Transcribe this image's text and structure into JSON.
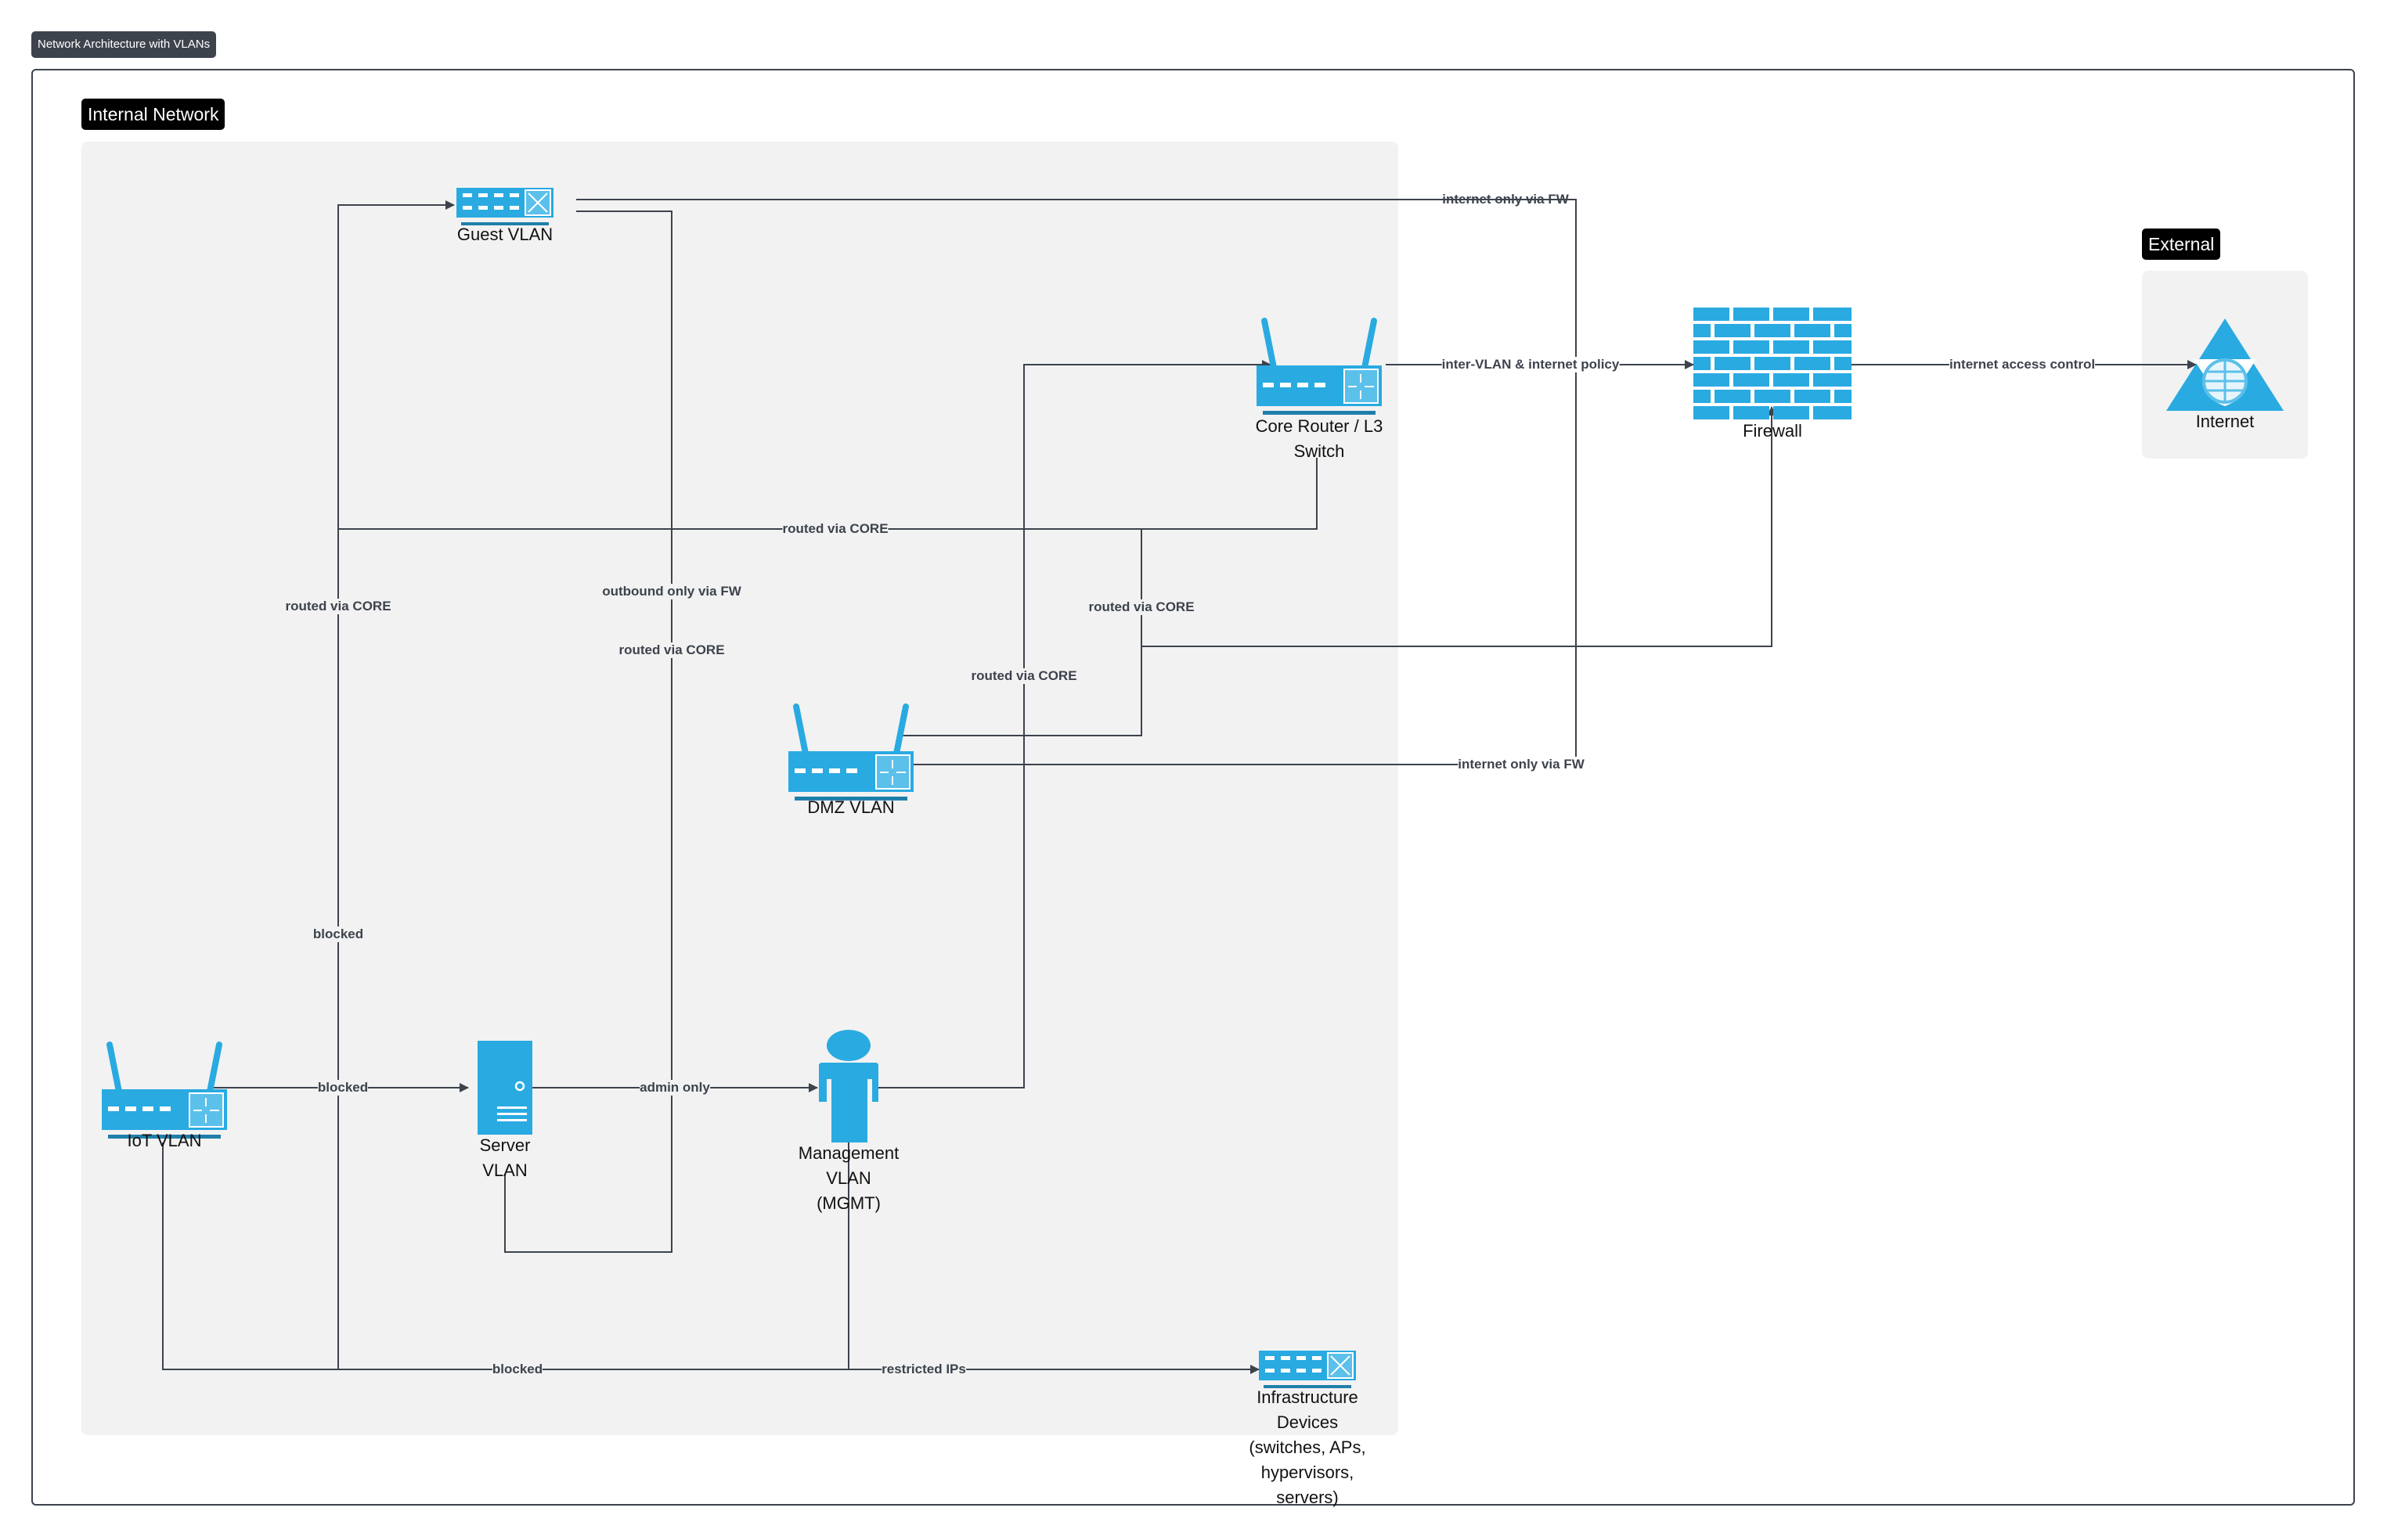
{
  "diagram": {
    "title": "Network Architecture with VLANs",
    "colors": {
      "icon": "#29aae1",
      "icon_dark": "#1f7fab",
      "edge": "#3d434d",
      "group_bg": "#f2f2f2",
      "badge": "#000000",
      "title_badge": "#3d434d"
    },
    "groups": [
      {
        "id": "internal",
        "label": "Internal Network"
      },
      {
        "id": "external",
        "label": "External"
      }
    ],
    "nodes": [
      {
        "id": "guest",
        "label": "Guest VLAN",
        "icon": "switch-icon",
        "group": "internal"
      },
      {
        "id": "core",
        "label": "Core Router / L3 Switch",
        "icon": "router-icon",
        "group": "internal"
      },
      {
        "id": "dmz",
        "label": "DMZ VLAN",
        "icon": "router-icon",
        "group": "internal"
      },
      {
        "id": "iot",
        "label": "IoT VLAN",
        "icon": "router-icon",
        "group": "internal"
      },
      {
        "id": "server",
        "label": "Server VLAN",
        "icon": "server-icon",
        "group": "internal"
      },
      {
        "id": "mgmt",
        "label": "Management VLAN (MGMT)",
        "icon": "user-icon",
        "group": "internal"
      },
      {
        "id": "infra",
        "label": "Infrastructure Devices (switches, APs, hypervisors, servers)",
        "icon": "switch-icon",
        "group": "internal"
      },
      {
        "id": "firewall",
        "label": "Firewall",
        "icon": "firewall-icon",
        "group": null
      },
      {
        "id": "internet",
        "label": "Internet",
        "icon": "internet-icon",
        "group": "external"
      }
    ],
    "edges": [
      {
        "from": "guest",
        "to": "firewall",
        "label": "internet only via FW"
      },
      {
        "from": "core",
        "to": "firewall",
        "label": "inter-VLAN & internet policy"
      },
      {
        "from": "firewall",
        "to": "internet",
        "label": "internet access control"
      },
      {
        "from": "core",
        "to": "guest",
        "label": "routed via CORE"
      },
      {
        "from": "core",
        "to": "iot",
        "label": "routed via CORE"
      },
      {
        "from": "guest",
        "to": "server",
        "label": "outbound only via FW"
      },
      {
        "from": "core",
        "to": "server",
        "label": "routed via CORE"
      },
      {
        "from": "core",
        "to": "dmz",
        "label": "routed via CORE"
      },
      {
        "from": "dmz",
        "to": "firewall",
        "label": "routed via CORE"
      },
      {
        "from": "mgmt",
        "to": "core",
        "label": "routed via CORE"
      },
      {
        "from": "dmz",
        "to": "firewall",
        "label": "internet only via FW"
      },
      {
        "from": "iot",
        "to": "guest",
        "label": "blocked"
      },
      {
        "from": "iot",
        "to": "server",
        "label": "blocked"
      },
      {
        "from": "server",
        "to": "mgmt",
        "label": "admin only"
      },
      {
        "from": "iot",
        "to": "mgmt",
        "label": "blocked"
      },
      {
        "from": "mgmt",
        "to": "infra",
        "label": "restricted IPs"
      }
    ],
    "node_label_lines": {
      "guest": [
        "Guest VLAN"
      ],
      "core": [
        "Core Router / L3",
        "Switch"
      ],
      "dmz": [
        "DMZ VLAN"
      ],
      "iot": [
        "IoT VLAN"
      ],
      "server": [
        "Server",
        "VLAN"
      ],
      "mgmt": [
        "Management",
        "VLAN",
        "(MGMT)"
      ],
      "infra": [
        "Infrastructure",
        "Devices",
        "(switches, APs,",
        "hypervisors,",
        "servers)"
      ],
      "firewall": [
        "Firewall"
      ],
      "internet": [
        "Internet"
      ]
    }
  }
}
